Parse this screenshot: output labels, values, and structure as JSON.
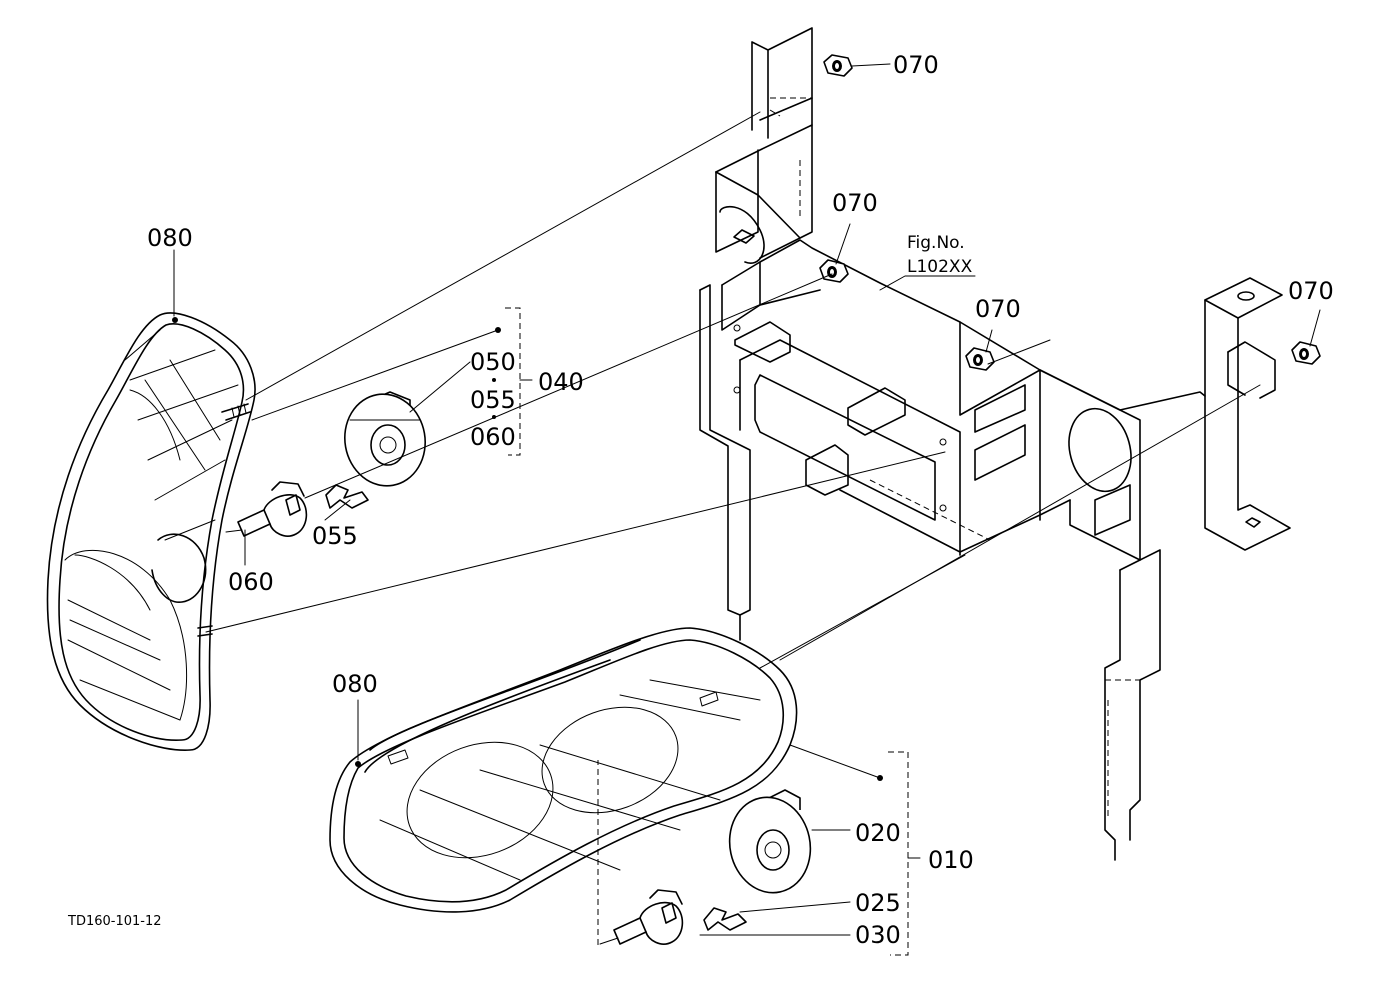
{
  "labels": {
    "p070_a": "070",
    "p070_b": "070",
    "p070_c": "070",
    "p070_d": "070",
    "p080_a": "080",
    "p080_b": "080",
    "p050": "050",
    "p055_a": "055",
    "p060_a": "060",
    "p040": "040",
    "p055_b": "055",
    "p060_b": "060",
    "p020": "020",
    "p010": "010",
    "p025": "025",
    "p030": "030",
    "fig_no": "Fig.No.",
    "fig_ref": "L102XX",
    "drawing_id": "TD160-101-12"
  }
}
